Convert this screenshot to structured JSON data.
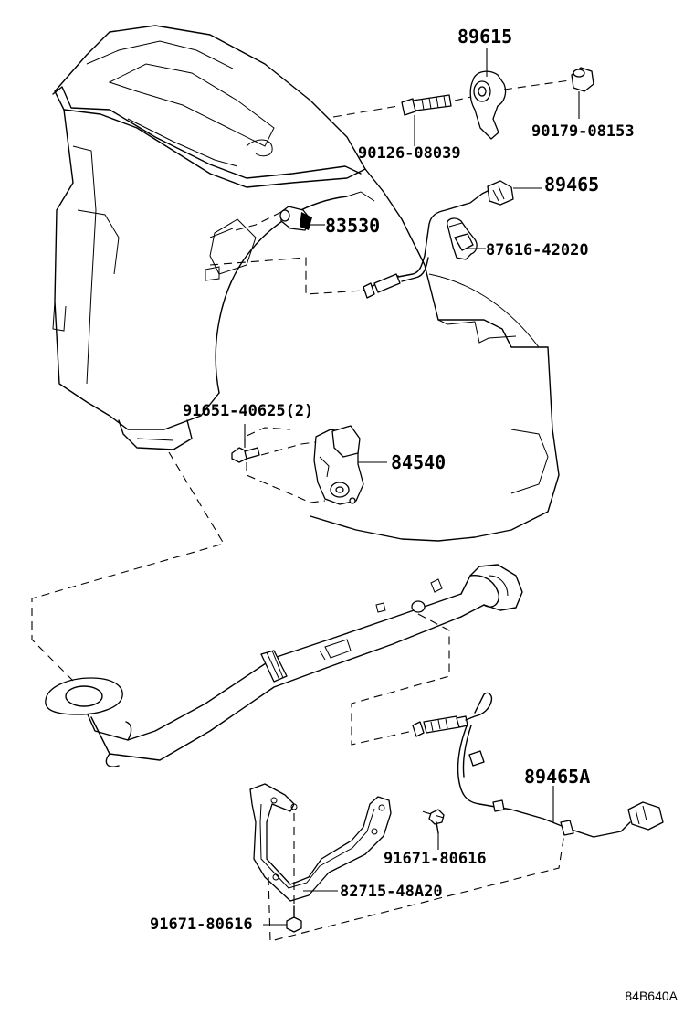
{
  "diagram": {
    "labels": {
      "p89615": "89615",
      "p90179": "90179-08153",
      "p90126": "90126-08039",
      "p89465": "89465",
      "p83530": "83530",
      "p87616": "87616-42020",
      "p91651": "91651-40625(2)",
      "p84540": "84540",
      "p89465A": "89465A",
      "p91671a": "91671-80616",
      "p82715": "82715-48A20",
      "p91671b": "91671-80616"
    },
    "code": "84B640A"
  }
}
